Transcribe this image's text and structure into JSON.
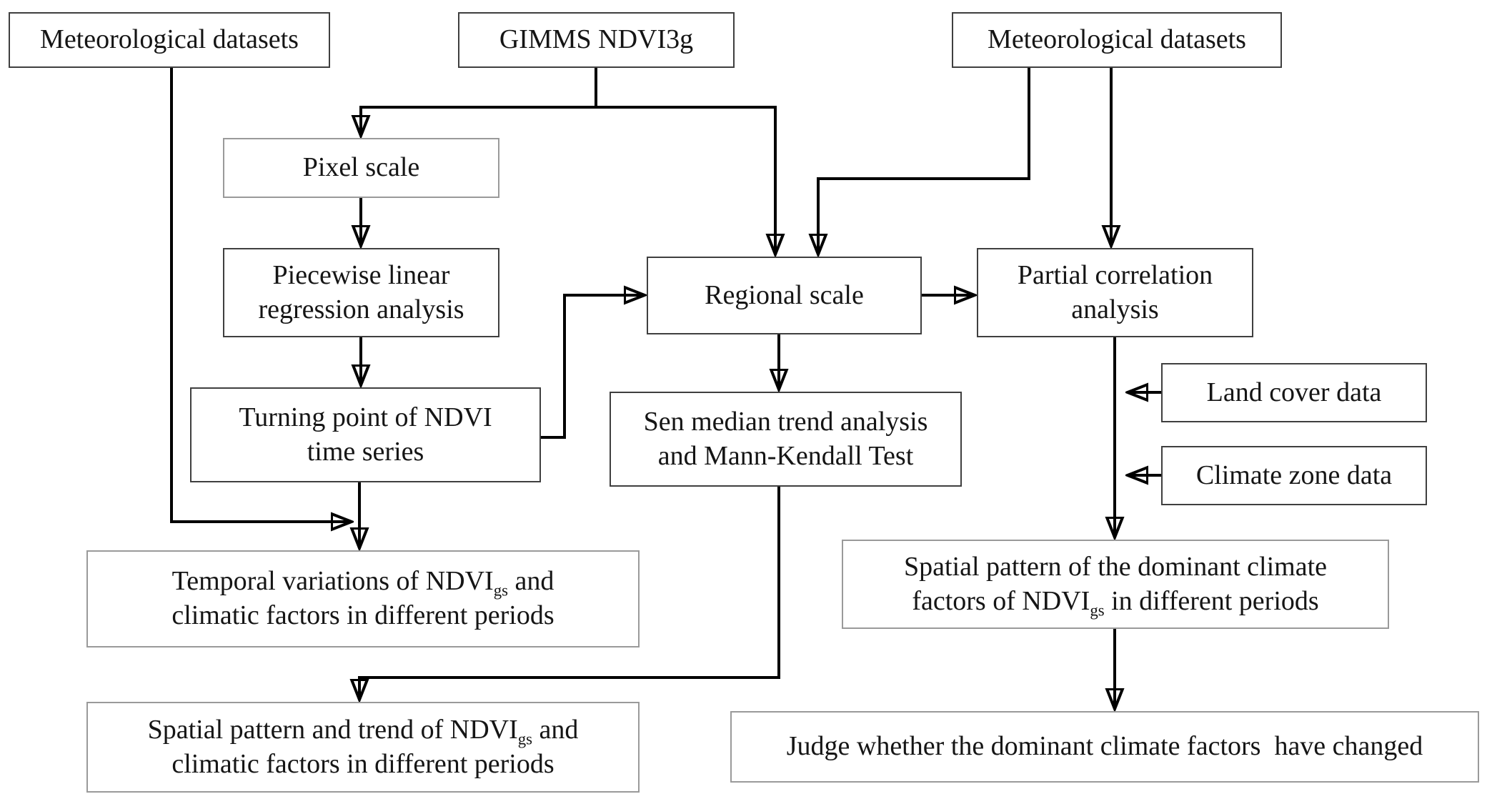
{
  "figure": {
    "type": "flowchart",
    "description": "Methodology flowchart for NDVI trend and climate-driver analysis"
  },
  "colors": {
    "background": "#ffffff",
    "connector_line": "#000000",
    "box_border_dark": "#3f3f3f",
    "box_border_light": "#9a9a9a",
    "text": "#151515"
  },
  "boxes": {
    "meteo_left": {
      "label": "Meteorological datasets"
    },
    "gimms": {
      "label": "GIMMS NDVI3g"
    },
    "meteo_right": {
      "label": "Meteorological datasets"
    },
    "pixel_scale": {
      "label": "Pixel scale"
    },
    "piecewise": {
      "line1": "Piecewise linear",
      "line2": "regression analysis"
    },
    "turning_point": {
      "line1": "Turning point of NDVI",
      "line2": "time series"
    },
    "regional_scale": {
      "label": "Regional scale"
    },
    "sen_median": {
      "line1": "Sen median trend analysis",
      "line2": "and Mann-Kendall Test"
    },
    "partial_correlation": {
      "line1": "Partial correlation",
      "line2": "analysis"
    },
    "land_cover": {
      "label": "Land cover data"
    },
    "climate_zone": {
      "label": "Climate zone data"
    },
    "temporal_variations": {
      "line1_pre": "Temporal variations of NDVI",
      "line1_sub": "gs",
      "line1_post": " and",
      "line2": "climatic factors in different periods"
    },
    "spatial_dominant": {
      "line1": "Spatial pattern of the dominant climate",
      "line2_pre": "factors of NDVI",
      "line2_sub": "gs",
      "line2_post": " in different periods"
    },
    "spatial_trend": {
      "line1_pre": "Spatial pattern and trend of NDVI",
      "line1_sub": "gs",
      "line1_post": " and",
      "line2": "climatic factors in different periods"
    },
    "judge": {
      "label": "Judge whether the dominant climate factors  have changed"
    }
  }
}
